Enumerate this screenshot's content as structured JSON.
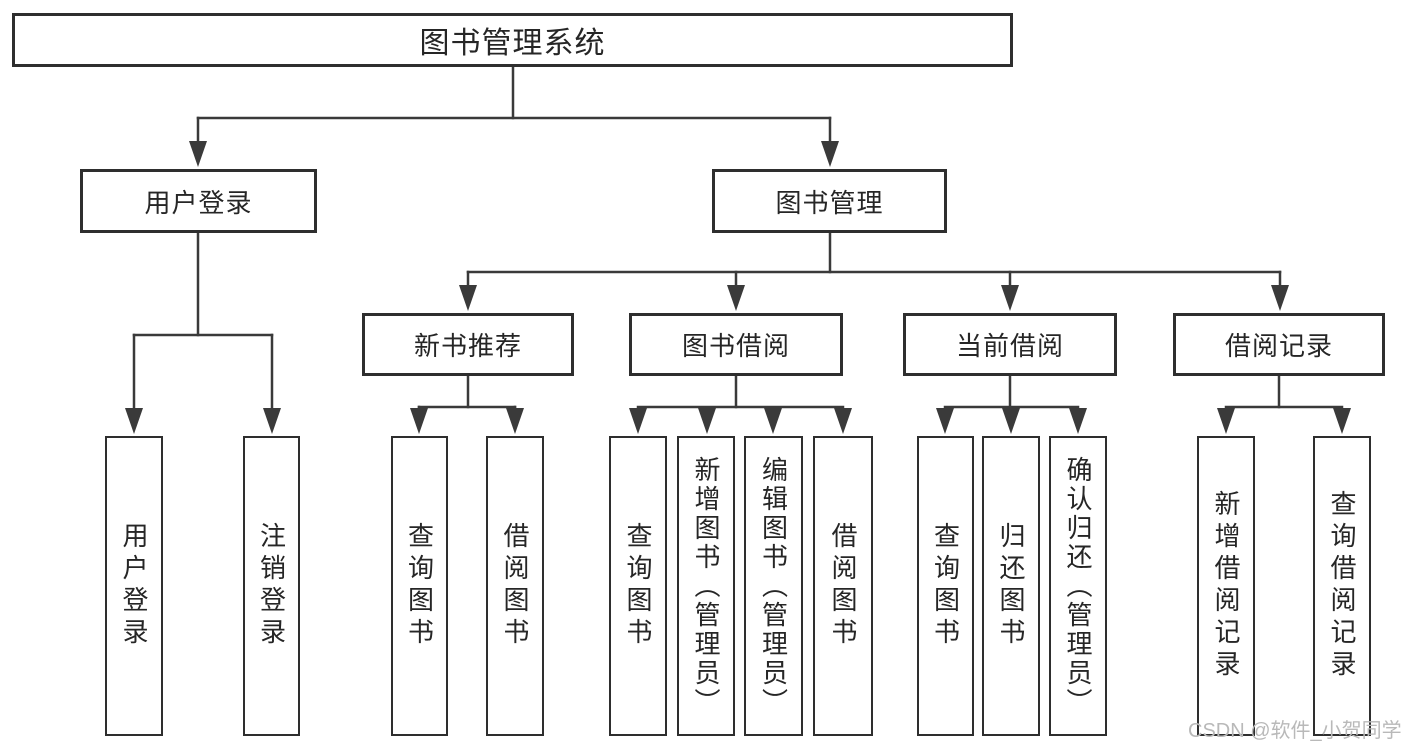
{
  "diagram": {
    "nodes": {
      "root": {
        "label": "图书管理系统"
      },
      "level2": [
        {
          "label": "用户登录"
        },
        {
          "label": "图书管理"
        }
      ],
      "level3": [
        {
          "label": "新书推荐"
        },
        {
          "label": "图书借阅"
        },
        {
          "label": "当前借阅"
        },
        {
          "label": "借阅记录"
        }
      ],
      "leaves": [
        {
          "label": "用户登录"
        },
        {
          "label": "注销登录"
        },
        {
          "label": "查询图书"
        },
        {
          "label": "借阅图书"
        },
        {
          "label": "查询图书"
        },
        {
          "label": "新增图书（管理员）"
        },
        {
          "label": "编辑图书（管理员）"
        },
        {
          "label": "借阅图书"
        },
        {
          "label": "查询图书"
        },
        {
          "label": "归还图书"
        },
        {
          "label": "确认归还（管理员）"
        },
        {
          "label": "新增借阅记录"
        },
        {
          "label": "查询借阅记录"
        }
      ]
    },
    "hierarchy": {
      "图书管理系统": [
        "用户登录",
        "图书管理"
      ],
      "用户登录": [
        "用户登录",
        "注销登录"
      ],
      "图书管理": [
        "新书推荐",
        "图书借阅",
        "当前借阅",
        "借阅记录"
      ],
      "新书推荐": [
        "查询图书",
        "借阅图书"
      ],
      "图书借阅": [
        "查询图书",
        "新增图书（管理员）",
        "编辑图书（管理员）",
        "借阅图书"
      ],
      "当前借阅": [
        "查询图书",
        "归还图书",
        "确认归还（管理员）"
      ],
      "借阅记录": [
        "新增借阅记录",
        "查询借阅记录"
      ]
    },
    "watermark": {
      "text": "CSDN @软件_小贺同学"
    },
    "colors": {
      "background": "#ffffff",
      "box_fill": "#ffffff",
      "box_border": "#2e2e2e",
      "line": "#3a3a3a",
      "text": "#262626",
      "watermark": "#b9b9b9"
    }
  }
}
